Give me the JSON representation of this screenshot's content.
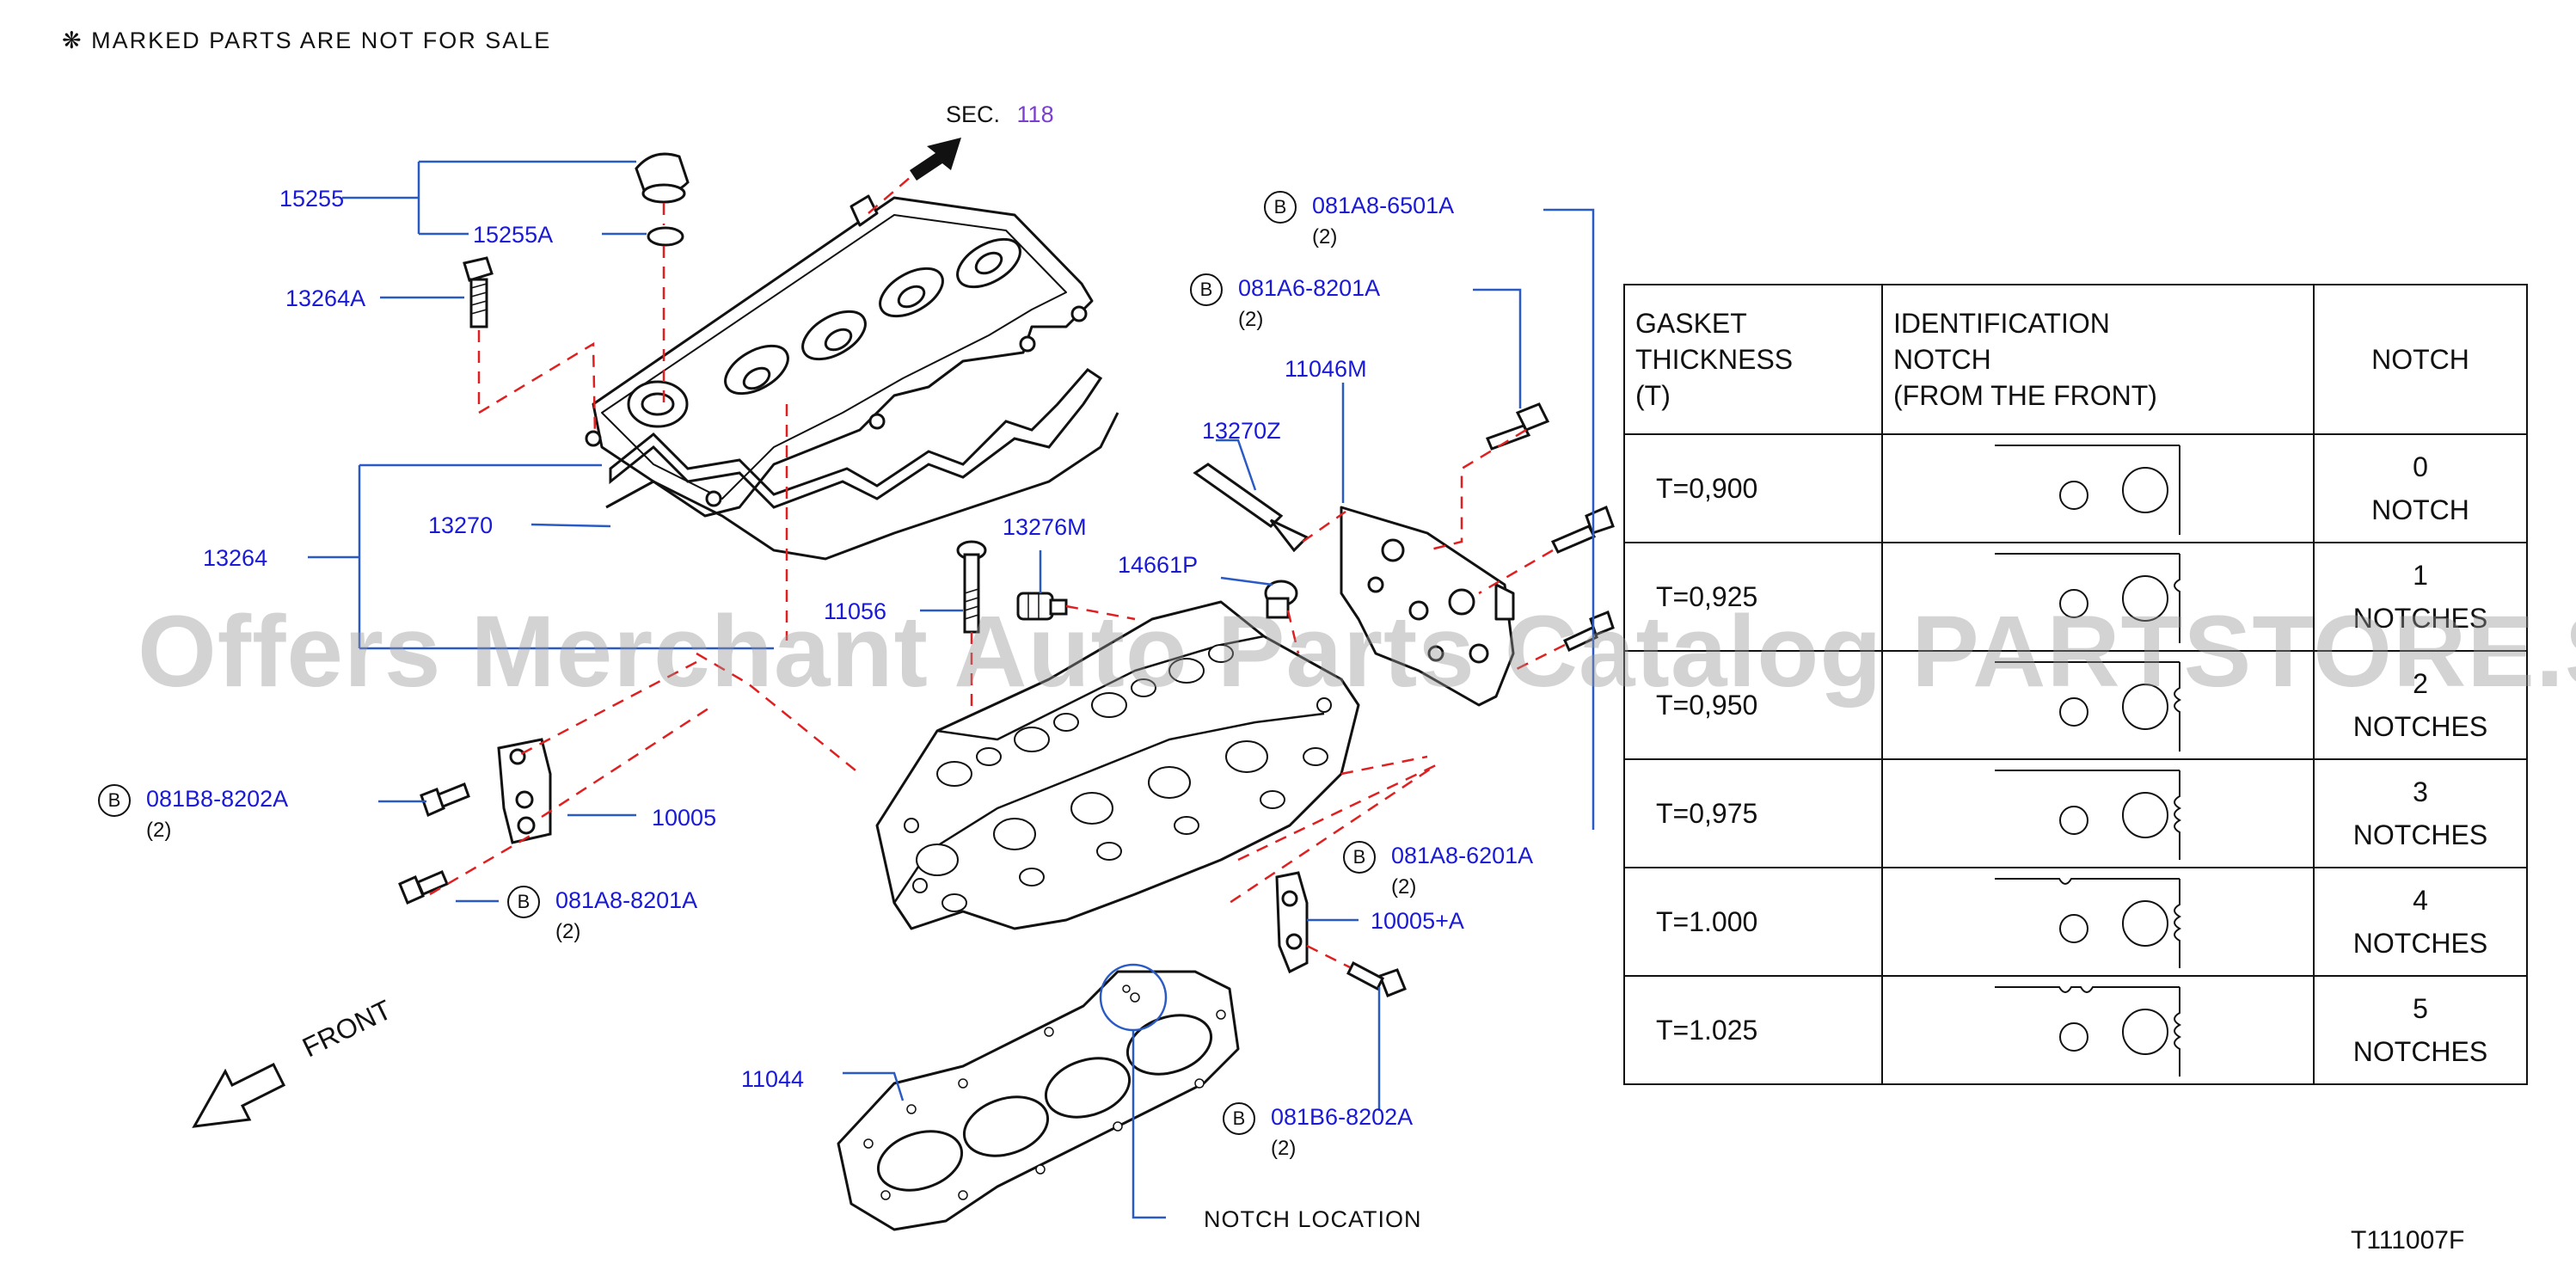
{
  "header": {
    "note_symbol": "❋",
    "note_text": "MARKED   PARTS   ARE   NOT   FOR   SALE"
  },
  "section_ref": {
    "prefix": "SEC.",
    "number": "118"
  },
  "parts": {
    "p15255": "15255",
    "p15255A": "15255A",
    "p13264A": "13264A",
    "p13264": "13264",
    "p13270": "13270",
    "p11056": "11056",
    "p13276M": "13276M",
    "p14661P": "14661P",
    "p13270Z": "13270Z",
    "p11046M": "11046M",
    "p10005": "10005",
    "p10005A": "10005+A",
    "p11044": "11044",
    "b081A8_6501A": "081A8-6501A",
    "b081A6_8201A": "081A6-8201A",
    "b081B8_8202A": "081B8-8202A",
    "b081A8_8201A": "081A8-8201A",
    "b081A8_6201A": "081A8-6201A",
    "b081B6_8202A": "081B6-8202A"
  },
  "bolt_badge": "B",
  "qty": "(2)",
  "notch_location": "NOTCH    LOCATION",
  "front_label": "FRONT",
  "diagram_code": "T111007F",
  "watermark": "Offers Merchant Auto Parts Catalog PARTSTORE.SA",
  "table": {
    "col1": [
      "GASKET",
      "THICKNESS",
      "(T)"
    ],
    "col2": [
      "IDENTIFICATION",
      "NOTCH",
      "(FROM   THE   FRONT)"
    ],
    "col3": "NOTCH",
    "rows": [
      {
        "t": "T=0,900",
        "count": "0",
        "word": "NOTCH",
        "notches": 0
      },
      {
        "t": "T=0,925",
        "count": "1",
        "word": "NOTCHES",
        "notches": 1
      },
      {
        "t": "T=0,950",
        "count": "2",
        "word": "NOTCHES",
        "notches": 2
      },
      {
        "t": "T=0,975",
        "count": "3",
        "word": "NOTCHES",
        "notches": 3
      },
      {
        "t": "T=1.000",
        "count": "4",
        "word": "NOTCHES",
        "notches": 4
      },
      {
        "t": "T=1.025",
        "count": "5",
        "word": "NOTCHES",
        "notches": 5
      }
    ]
  },
  "colors": {
    "label": "#1a1ad6",
    "leader": "#2a5bc4",
    "dash": "#e02020",
    "line": "#111111",
    "section": "#7a3fd0"
  }
}
